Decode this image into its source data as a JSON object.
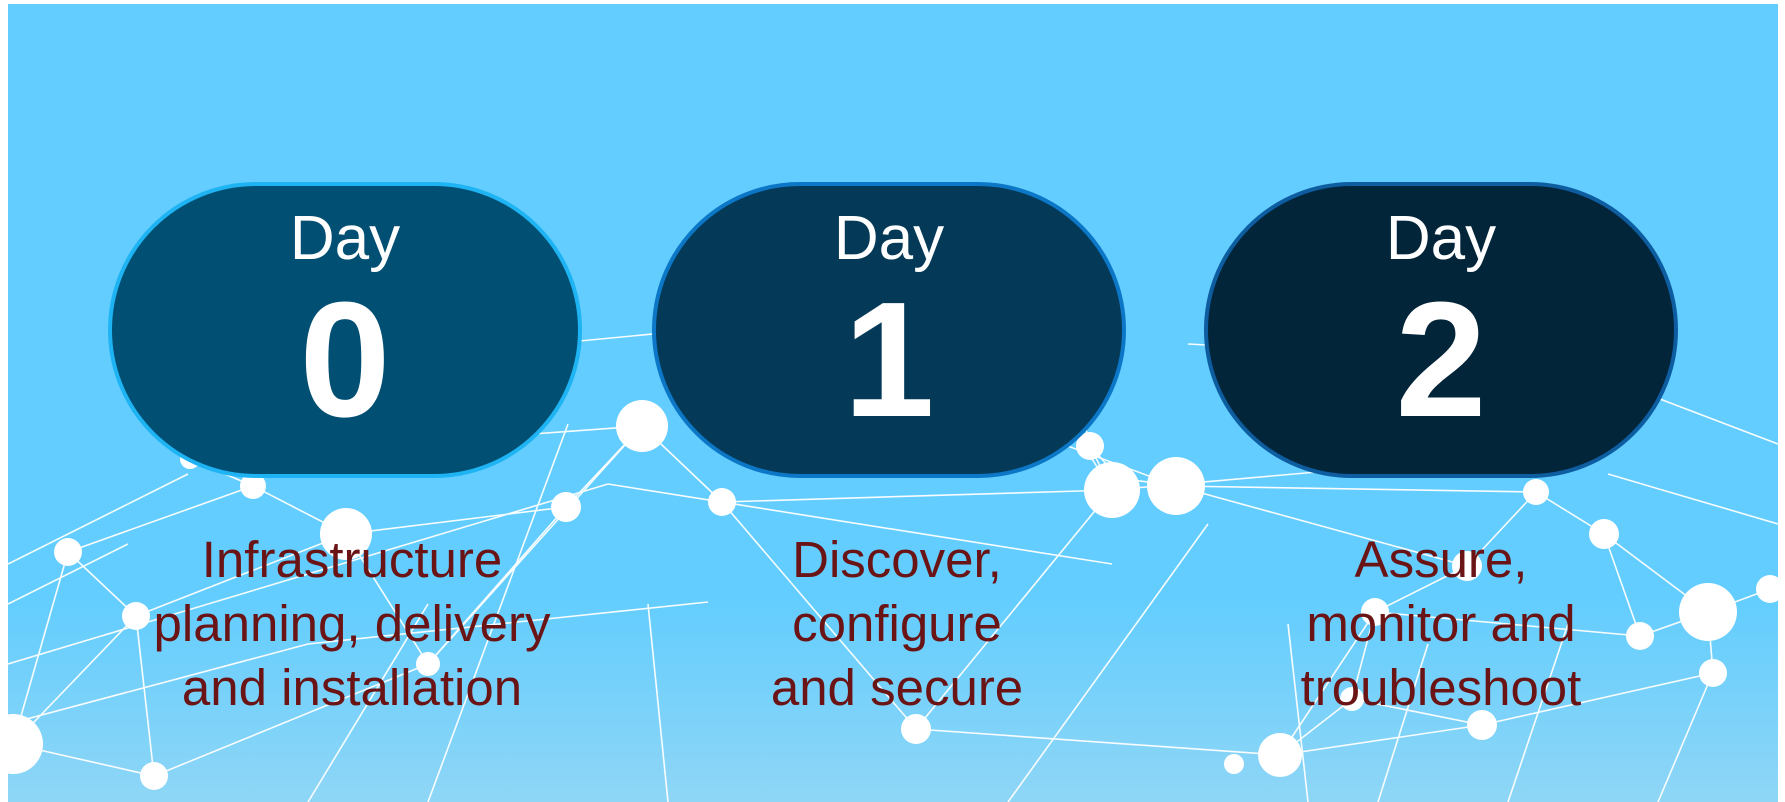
{
  "stages": [
    {
      "day_label": "Day",
      "number": "0",
      "description": [
        "Infrastructure",
        "planning, delivery",
        "and installation"
      ]
    },
    {
      "day_label": "Day",
      "number": "1",
      "description": [
        "Discover,",
        "configure",
        "and secure"
      ]
    },
    {
      "day_label": "Day",
      "number": "2",
      "description": [
        "Assure,",
        "monitor and",
        "troubleshoot"
      ]
    }
  ],
  "colors": {
    "background": "#62cdfe",
    "pill_day0": "#024f74",
    "pill_day1": "#043a57",
    "pill_day2": "#02253a",
    "description_text": "#6b1416",
    "network_nodes": "#ffffff"
  },
  "decoration": "network-mesh"
}
